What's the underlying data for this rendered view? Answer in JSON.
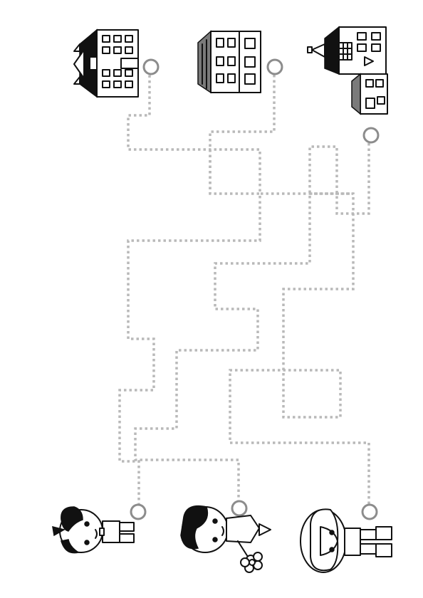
{
  "worksheet": {
    "kind": "dotted-path-maze",
    "orientation": "rotated-90",
    "buildings": [
      {
        "id": "left-house",
        "icon": "house-icon"
      },
      {
        "id": "middle-house",
        "icon": "townhouse-icon"
      },
      {
        "id": "right-house",
        "icon": "mansion-icon"
      }
    ],
    "children": [
      {
        "id": "boy",
        "icon": "boy-icon"
      },
      {
        "id": "girl-with-flower",
        "icon": "girl-with-flower-icon"
      },
      {
        "id": "child-with-hat",
        "icon": "child-with-hat-icon"
      }
    ],
    "colors": {
      "path": "#b9b9b9",
      "ring": "#8c8c8c",
      "ink": "#111111",
      "background": "#ffffff"
    }
  }
}
